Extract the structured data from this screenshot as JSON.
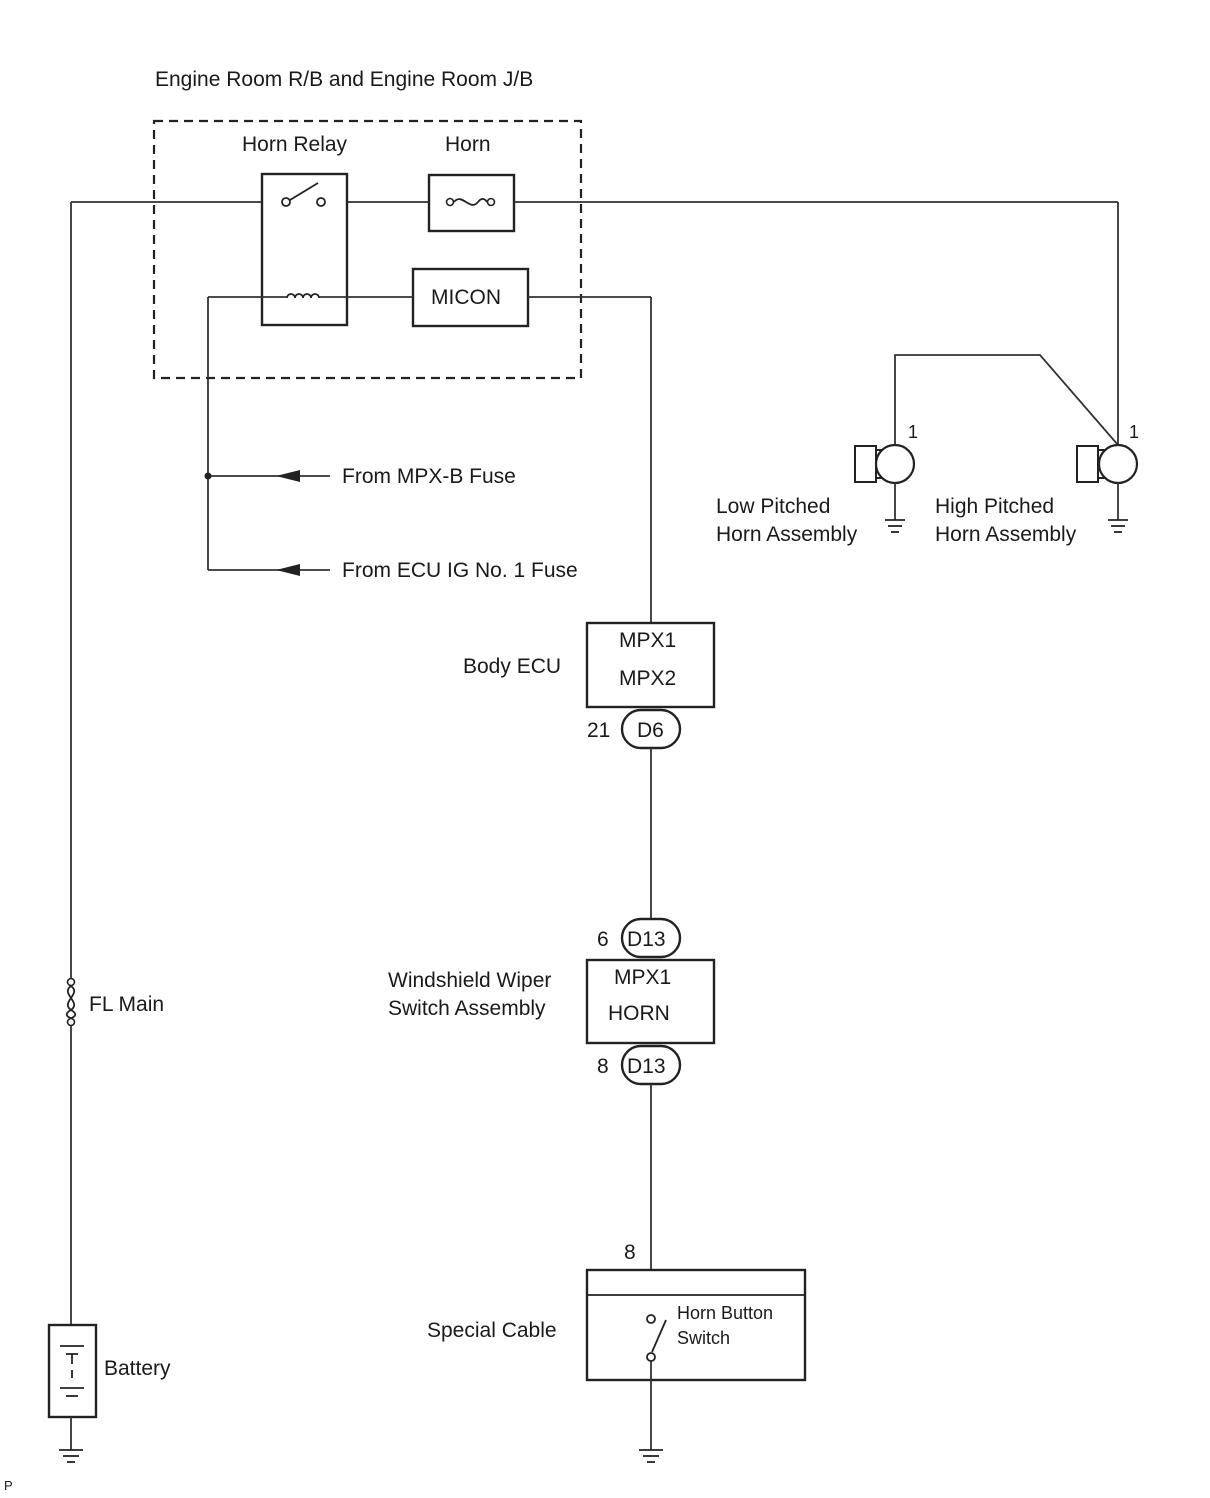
{
  "labels": {
    "enclosure": "Engine Room R/B and Engine Room J/B",
    "horn_relay": "Horn Relay",
    "horn_fuse": "Horn",
    "micon": "MICON",
    "from_mpxb": "From MPX-B Fuse",
    "from_ecuig": "From ECU IG No. 1 Fuse",
    "body_ecu": "Body ECU",
    "body_ecu_mpx1": "MPX1",
    "body_ecu_mpx2": "MPX2",
    "body_ecu_pin": "21",
    "body_ecu_connector": "D6",
    "wiper_pin_top": "6",
    "wiper_connector_top": "D13",
    "wiper_line1": "Windshield Wiper",
    "wiper_line2": "Switch Assembly",
    "wiper_mpx1": "MPX1",
    "wiper_horn": "HORN",
    "wiper_pin_bottom": "8",
    "wiper_connector_bottom": "D13",
    "special_cable_pin": "8",
    "special_cable": "Special Cable",
    "horn_button_line1": "Horn Button",
    "horn_button_line2": "Switch",
    "low_horn_pin": "1",
    "low_horn_line1": "Low Pitched",
    "low_horn_line2": "Horn Assembly",
    "high_horn_pin": "1",
    "high_horn_line1": "High Pitched",
    "high_horn_line2": "Horn Assembly",
    "fl_main": "FL Main",
    "battery": "Battery",
    "corner_mark": "P"
  }
}
